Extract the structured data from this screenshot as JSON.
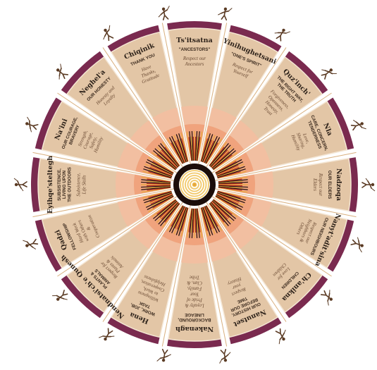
{
  "colors": {
    "outer_ring": "#7a2a4f",
    "wedge_fill": "#e3c6a6",
    "wedge_stroke": "#f4e6d4",
    "divider": "#d9b07f",
    "band_inner": "#f0a37d",
    "band_mid": "#f2bfa1",
    "hub_dark": "#1b0d0a",
    "hub_red": "#b3261e",
    "hub_gold": "#e7a93d",
    "center": "#f2c96b",
    "figure": "#5a3a23"
  },
  "figure_icons": [
    "rider-icon",
    "warrior-icon",
    "caribou-icon",
    "caribou-icon",
    "hunter-icon",
    "hunter-icon",
    "dancer-icon",
    "drummer-icon",
    "caribou-icon",
    "caribou-icon",
    "hunter-icon",
    "moose-icon",
    "caribou-icon",
    "moose-icon",
    "hunter-icon",
    "hunter-icon",
    "drummer-icon",
    "caribou-icon"
  ],
  "sectors": [
    {
      "native": "Ts'itsatna",
      "heading": "\"ANCESTORS\"",
      "body": "Respect our Ancestors"
    },
    {
      "native": "Yinihughetsani",
      "heading": "\"ONE'S SPIRIT\"",
      "body": "Respect for Yourself"
    },
    {
      "native": "Quz'inch'",
      "heading": "THE RIGHT WAY, THE TRUTH",
      "body": "Forgiveness, Openness, Honesty, Trust"
    },
    {
      "native": "Nla",
      "heading": "CARE, CONCERN, TENDERNESS",
      "body": "Love, Sharing, Humility"
    },
    {
      "native": "Nadzoqa",
      "heading": "OUR ELDERS",
      "body": "Respect our Elders"
    },
    {
      "native": "Nanyt'adit'sina",
      "heading": "OUR NEIGHBOURS",
      "body": "Respect our Neighbors & Others"
    },
    {
      "native": "Ch'anikna",
      "heading": "CHILDREN",
      "body": "Love for Children"
    },
    {
      "native": "Nanutset",
      "heading": "OUR HISTORY, BEFORE OUR TIME",
      "body": "Respect your History"
    },
    {
      "native": "Nakenagh",
      "heading": "BACKGROUND, LINEAGE",
      "body": "Loyalty & Pride of Your Family, Clan, & Tribe"
    },
    {
      "native": "Hena",
      "heading": "WORK, JOB, TASK",
      "body": "Willingness to Work, Cooperation, Helpfulness"
    },
    {
      "native": "Nendnatsi'ch'e Qunesh",
      "heading": "PLANTS & ANIMALS",
      "body": "Respect for Plants & Animals"
    },
    {
      "native": "Qadzi",
      "heading": "FELLOWSHIP",
      "body": "Hard Work with Others & Cooperation"
    },
    {
      "native": "Eyihqe'steltegh",
      "heading": "SUBSISTENCE, LIVING UPON THE OUTDOORS",
      "body": "Subsistence, Life Skills"
    },
    {
      "native": "Na'ini",
      "heading": "OUR COURAGE, BRAVERY",
      "body": "Strength, Courage, Safety, Humility"
    },
    {
      "native": "Neghel'a",
      "heading": "OUR HONESTY",
      "body": "Honesty and Loyalty"
    },
    {
      "native": "Chiqinik",
      "heading": "THANK YOU",
      "body": "Have Thanks, Gratitude"
    }
  ]
}
